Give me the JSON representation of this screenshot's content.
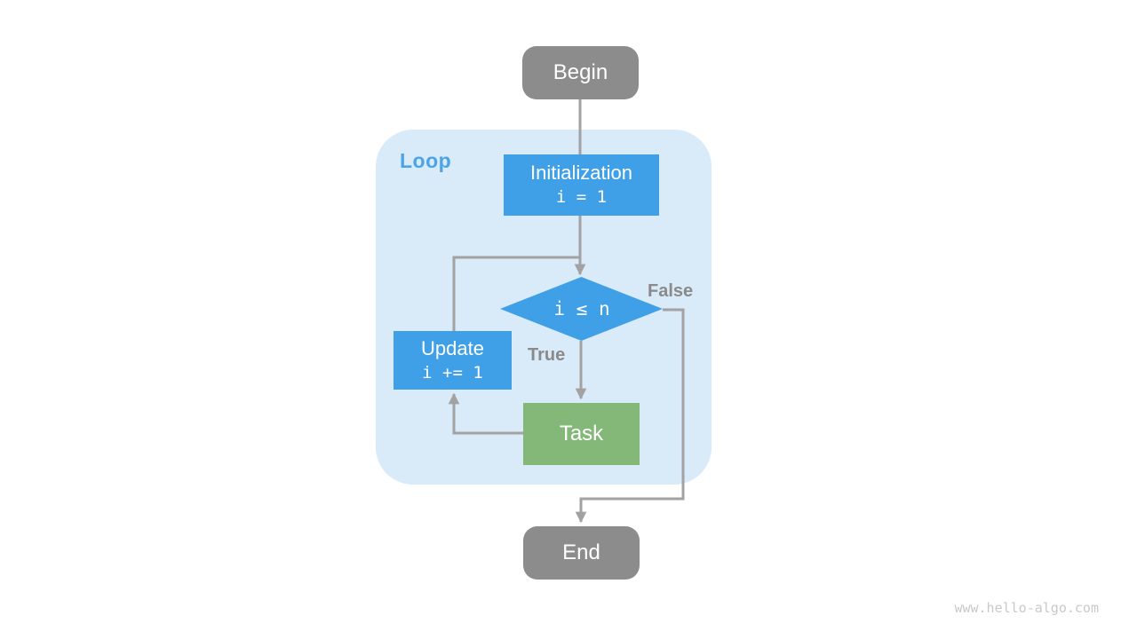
{
  "diagram": {
    "loop_label": "Loop",
    "nodes": {
      "begin": {
        "label": "Begin"
      },
      "initialization": {
        "title": "Initialization",
        "code": "i = 1"
      },
      "condition": {
        "code": "i ≤ n"
      },
      "update": {
        "title": "Update",
        "code": "i += 1"
      },
      "task": {
        "label": "Task"
      },
      "end": {
        "label": "End"
      }
    },
    "edges": {
      "true_label": "True",
      "false_label": "False"
    },
    "colors": {
      "terminal_gray": "#8c8c8c",
      "process_blue": "#3fa0e8",
      "task_green": "#84b878",
      "loop_background": "#d9eaf8",
      "loop_label_blue": "#4ba4e8",
      "connector_gray": "#a2a2a2",
      "edge_label_gray": "#8a8a8a",
      "watermark_gray": "#c9c9c9"
    },
    "watermark": "www.hello-algo.com"
  }
}
